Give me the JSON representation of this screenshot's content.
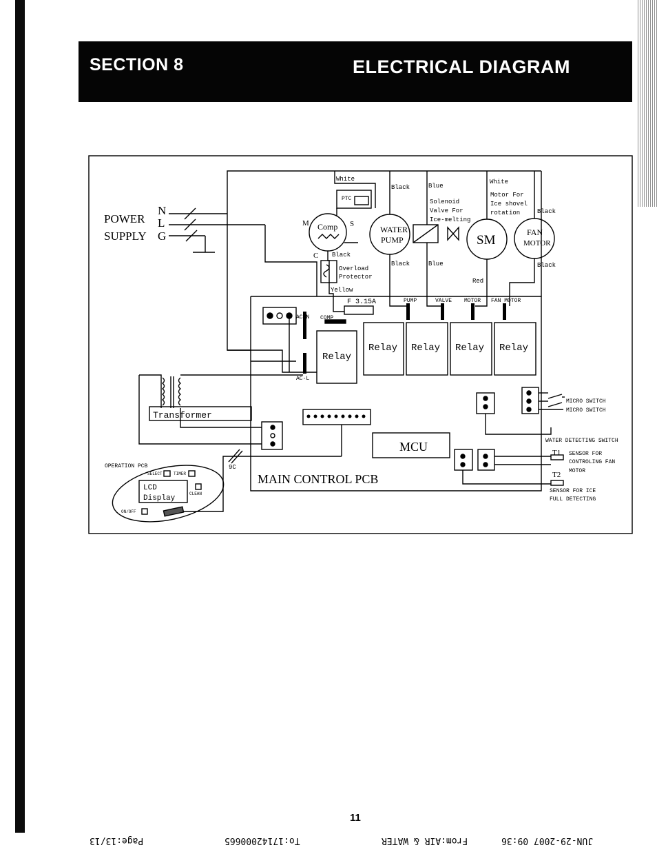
{
  "header": {
    "section": "SECTION 8",
    "title": "ELECTRICAL DIAGRAM"
  },
  "power": {
    "line1": "POWER",
    "line2": "SUPPLY",
    "n": "N",
    "l": "L",
    "g": "G"
  },
  "comp": {
    "label": "Comp",
    "m": "M",
    "s": "S",
    "c": "C",
    "ptc": "PTC",
    "white": "White"
  },
  "wires": {
    "black1": "Black",
    "blue1": "Blue",
    "white2": "White",
    "black_fan": "Black",
    "black2": "Black",
    "blue2": "Blue",
    "red": "Red",
    "black3": "Black",
    "black_comp": "Black",
    "yellow": "Yellow"
  },
  "overload": {
    "line1": "Overload",
    "line2": "Protector"
  },
  "solenoid": {
    "line1": "Solenoid",
    "line2": "Valve For",
    "line3": "Ice-melting"
  },
  "motor_ice": {
    "line1": "Motor For",
    "line2": "Ice shovel",
    "line3": "rotation"
  },
  "water_pump": {
    "line1": "WATER",
    "line2": "PUMP"
  },
  "sm": "SM",
  "fan_motor": {
    "line1": "FAN",
    "line2": "MOTOR"
  },
  "fuse": "F 3.15A",
  "comp_tag": "COMP",
  "acn": "AC-N",
  "acl": "AC-L",
  "relay_labels": [
    "PUMP",
    "VALVE",
    "MOTOR",
    "FAN MOTOR"
  ],
  "relays": [
    "Relay",
    "Relay",
    "Relay",
    "Relay",
    "Relay"
  ],
  "transformer": "Transformer",
  "mcu": "MCU",
  "main_pcb": "MAIN CONTROL PCB",
  "operation_pcb": {
    "label": "OPERATION PCB",
    "select": "SELECT",
    "timer": "TIMER",
    "lcd1": "LCD",
    "lcd2": "Display",
    "clean": "CLEAN",
    "onoff": "ON/OFF"
  },
  "nine_c": "9C",
  "micro1": "MICRO SWITCH",
  "micro2": "MICRO SWITCH",
  "water_detect": "WATER DETECTING SWITCH",
  "t1": "T1",
  "t2": "T2",
  "sensor_fan": {
    "line1": "SENSOR FOR",
    "line2": "CONTROLING FAN",
    "line3": "MOTOR"
  },
  "sensor_ice": {
    "line1": "SENSOR FOR ICE",
    "line2": "FULL DETECTING"
  },
  "page_number": "11",
  "footer": {
    "f1": "JUN-29-2007 09:36",
    "f2": "From:AIR & WATER",
    "f3": "To:17142000665",
    "f4": "Page:13/13"
  }
}
